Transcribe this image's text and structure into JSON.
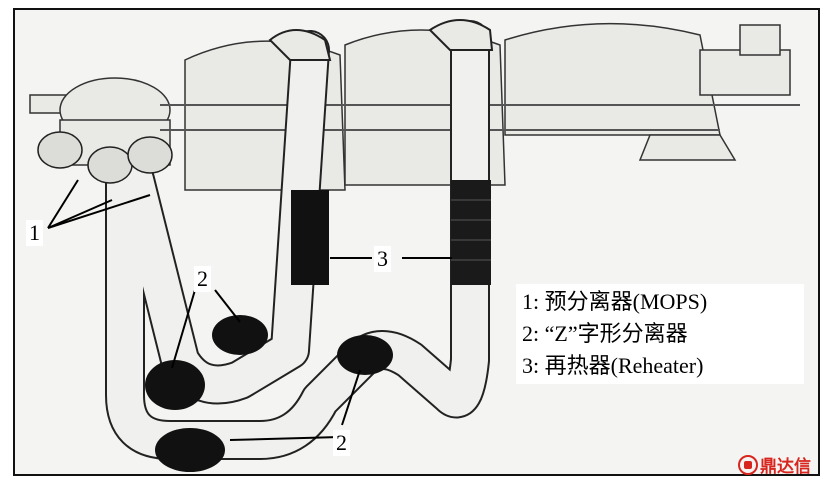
{
  "callouts": {
    "mops": "1",
    "z_separator_upper": "2",
    "z_separator_lower": "2",
    "reheater": "3"
  },
  "legend": {
    "item1": "1: 预分离器(MOPS)",
    "item2": "2: “Z”字形分离器",
    "item3": "3: 再热器(Reheater)"
  },
  "watermark": {
    "text": "鼎达信"
  }
}
